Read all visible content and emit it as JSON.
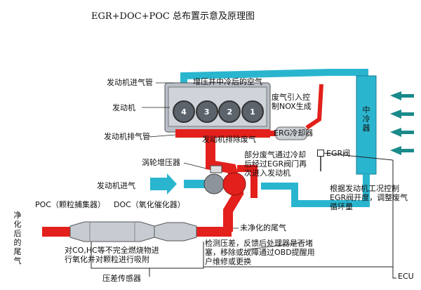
{
  "title": "EGR+DOC+POC 总布置示意及原理图",
  "labels": {
    "intake_manifold": "发动机进气管",
    "intercooled_air": "增压并中冷后的空气",
    "engine": "发动机",
    "exhaust_manifold": "发动机排气管",
    "exhaust_gas": "发动机排除废气",
    "egr_intro": "废气引入控制NOX生成",
    "egr_cooler": "ERG冷却器",
    "turbo": "涡轮增压器",
    "recirculation": "部分废气通过冷却后经过EGR阀门再次进入发动机",
    "egr_valve": "EGR阀",
    "intercooler": "中冷器",
    "intake": "发动机进气",
    "egr_control": "根据发动机工况控制EGR阀开度，调整废气循环量",
    "poc": "POC（颗粒捕集器）",
    "doc": "DOC（氧化催化器）",
    "unpurified": "未净化的尾气",
    "purified_tail": "净化后的尾气",
    "oxidation_note": "对CO,HC等不完全燃烧物进行氧化并对颗粒进行吸附",
    "pressure_note": "检测压差，反馈后处理器是否堵塞，移除或故障通过OBD提醒用户维修或更换",
    "pressure_sensor": "压差传感器",
    "ecu": "ECU"
  },
  "cylinders": [
    "4",
    "3",
    "2",
    "1"
  ],
  "colors": {
    "air_pipe": "#2ab5cf",
    "exhaust_pipe": "#e3201b",
    "engine_block": "#b9bfc8",
    "arrow_teal": "#1a8a8a"
  }
}
